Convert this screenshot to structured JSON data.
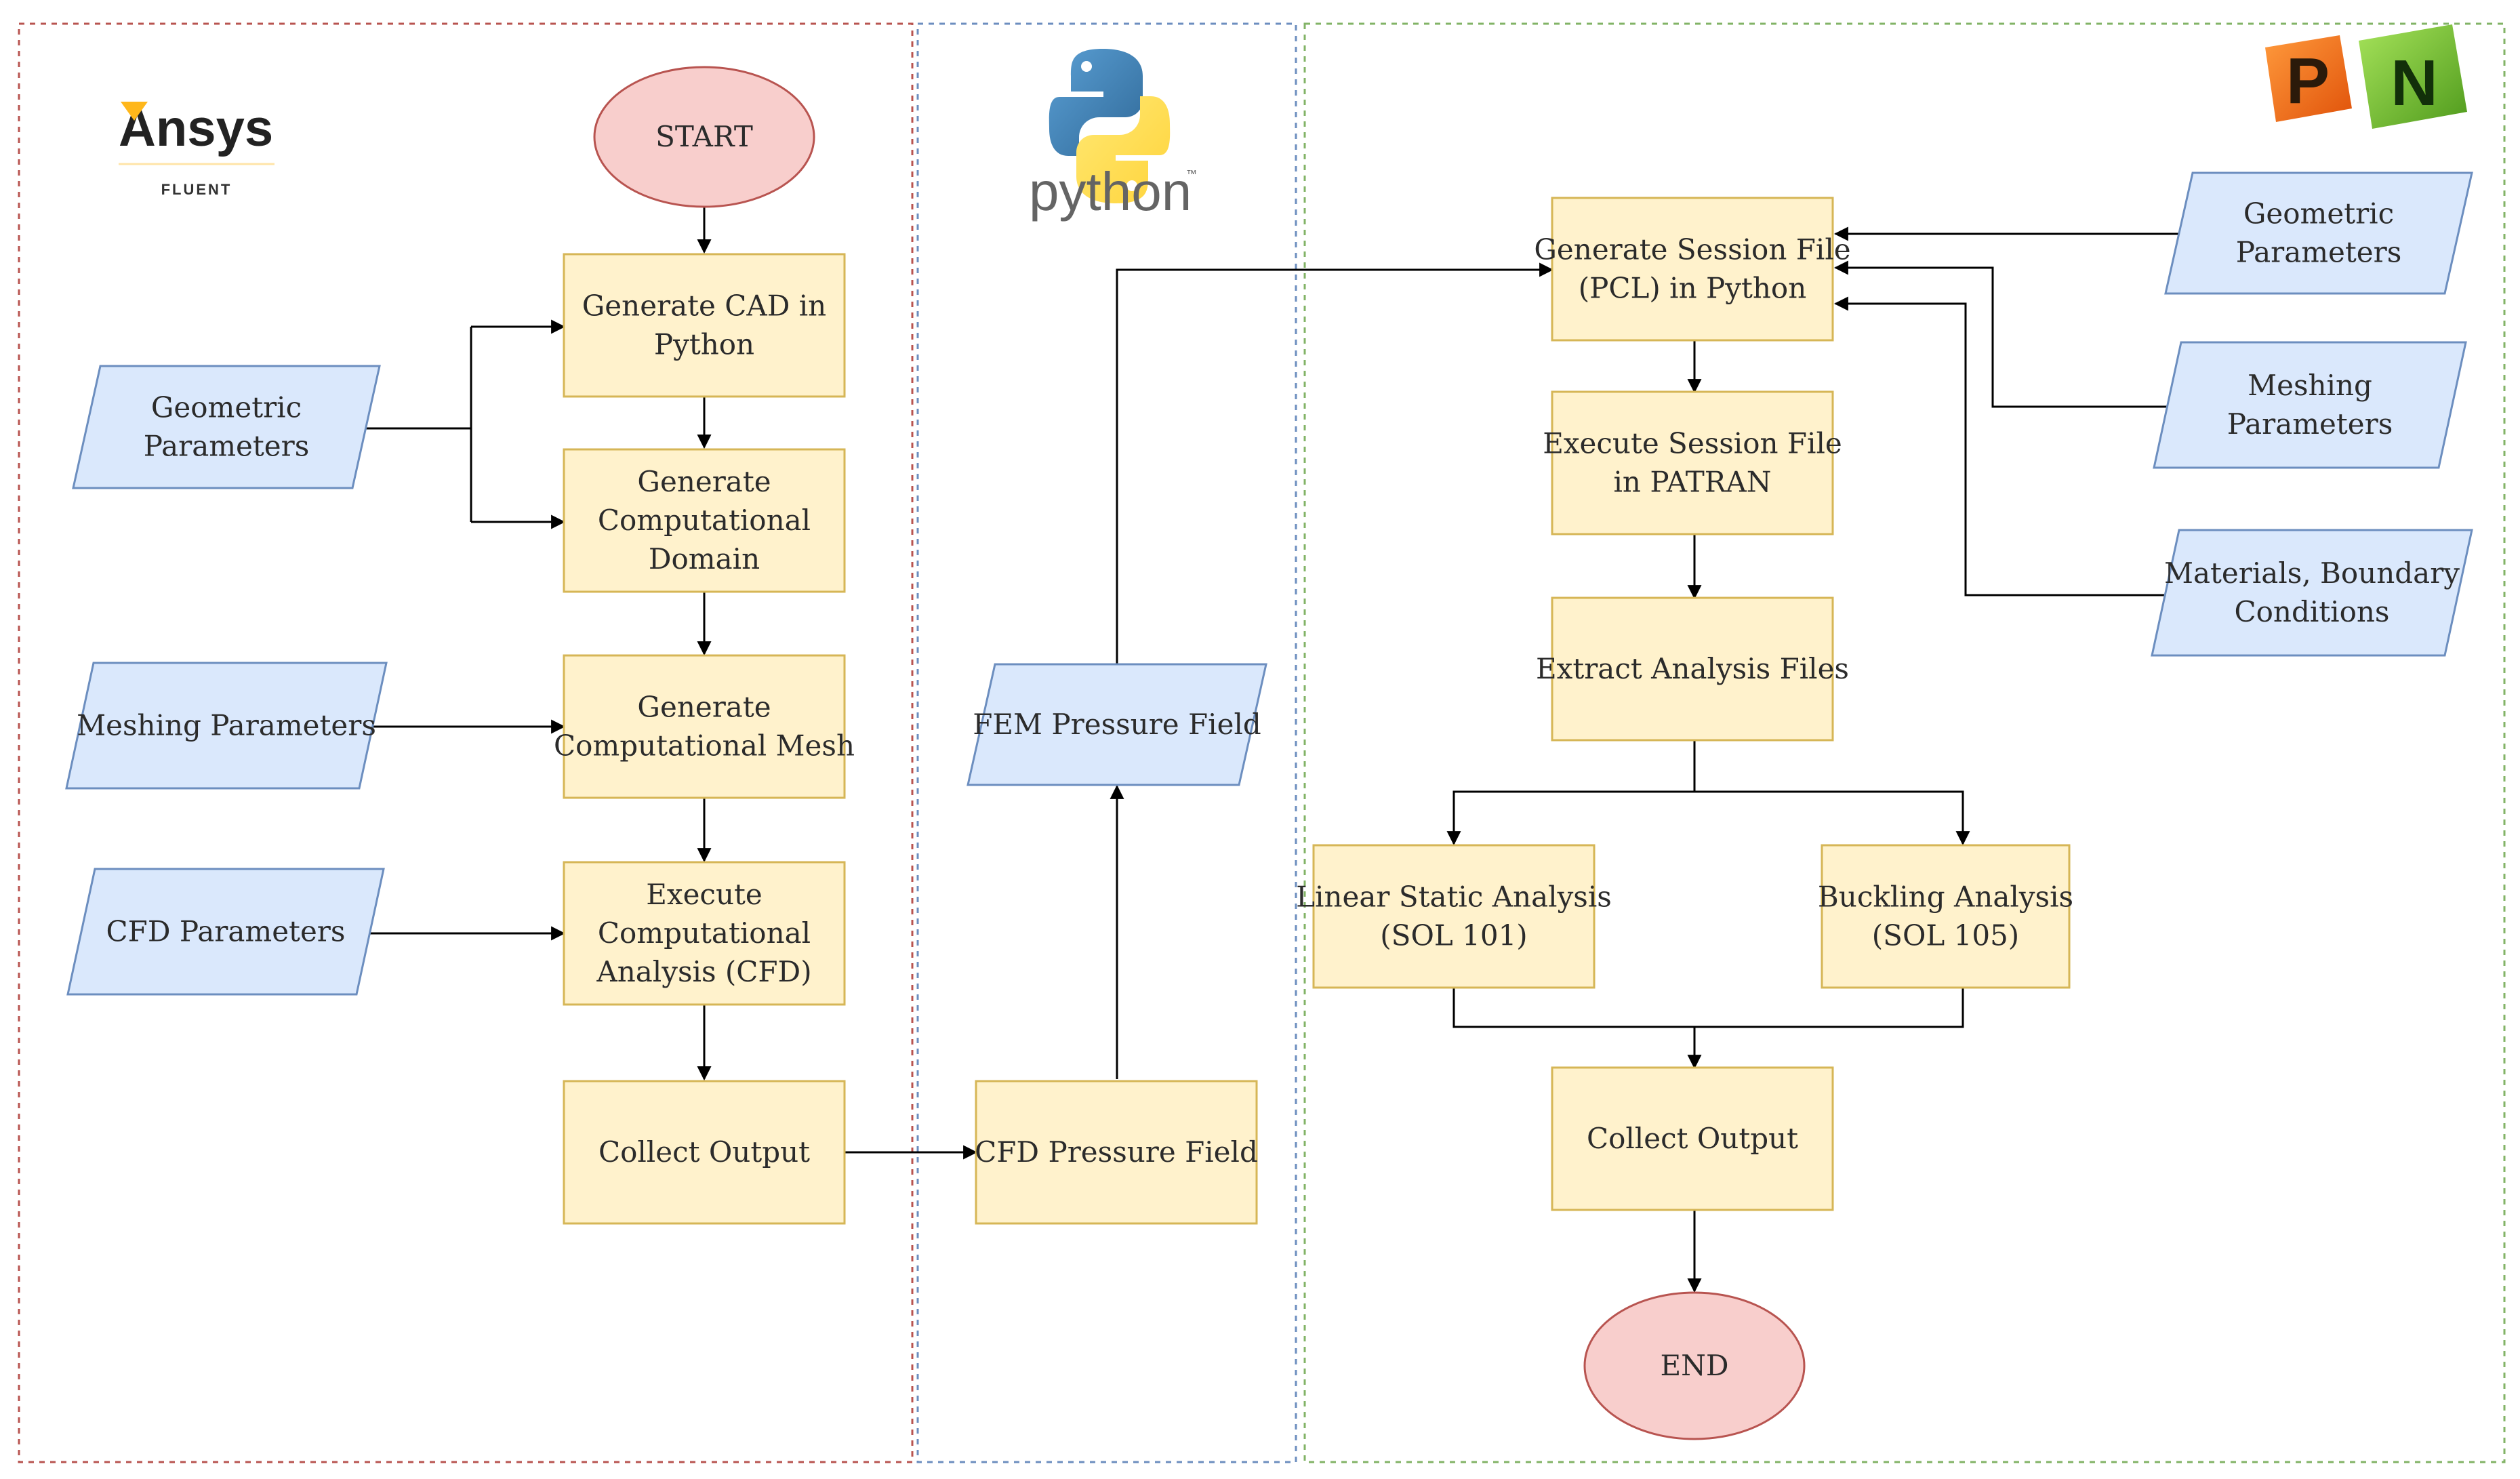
{
  "colors": {
    "process_fill": "#fff2cc",
    "process_stroke": "#d6b656",
    "io_fill": "#dae8fc",
    "io_stroke": "#6c8ebf",
    "terminal_fill": "#f8cecc",
    "terminal_stroke": "#b85450",
    "panel_ansys": "#b85450",
    "panel_python": "#6c8ebf",
    "panel_patran": "#82b366"
  },
  "logos": {
    "ansys_brand": "Ansys",
    "ansys_product": "FLUENT",
    "python_brand": "python",
    "python_tm": "™",
    "patran_letter": "P",
    "nastran_letter": "N"
  },
  "nodes": {
    "start": "START",
    "gen_cad": [
      "Generate CAD in",
      "Python"
    ],
    "gen_domain": [
      "Generate",
      "Computational",
      "Domain"
    ],
    "gen_mesh": [
      "Generate",
      "Computational Mesh"
    ],
    "exec_cfd": [
      "Execute",
      "Computational",
      "Analysis (CFD)"
    ],
    "collect_left": [
      "Collect Output"
    ],
    "geo_left": [
      "Geometric",
      "Parameters"
    ],
    "mesh_left": [
      "Meshing Parameters"
    ],
    "cfd_params": [
      "CFD Parameters"
    ],
    "cfd_pressure": [
      "CFD Pressure Field"
    ],
    "fem_pressure": [
      "FEM Pressure Field"
    ],
    "gen_session": [
      "Generate Session File",
      "(PCL) in Python"
    ],
    "exec_session": [
      "Execute Session File",
      "in PATRAN"
    ],
    "extract": [
      "Extract Analysis Files"
    ],
    "linear": [
      "Linear Static Analysis",
      "(SOL 101)"
    ],
    "buckling": [
      "Buckling Analysis",
      "(SOL 105)"
    ],
    "collect_right": [
      "Collect Output"
    ],
    "end": "END",
    "geo_right": [
      "Geometric",
      "Parameters"
    ],
    "mesh_right": [
      "Meshing",
      "Parameters"
    ],
    "materials": [
      "Materials, Boundary",
      "Conditions"
    ]
  }
}
